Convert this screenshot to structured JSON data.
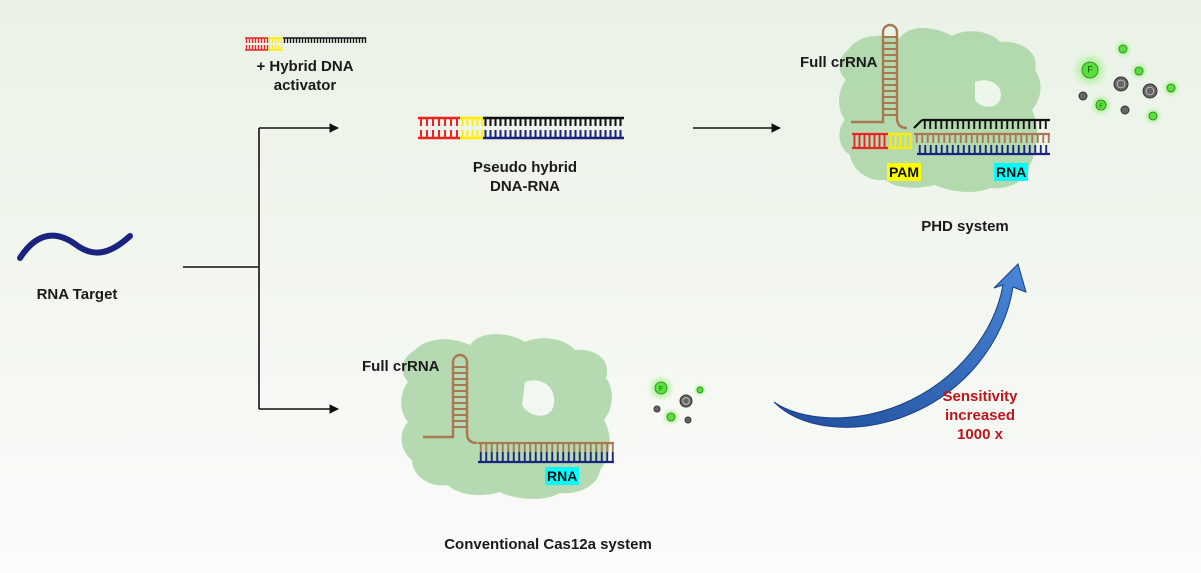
{
  "diagram": {
    "rna_target": {
      "label": "RNA Target",
      "icon": "rna-strand-icon"
    },
    "activator": {
      "label_line1": "+ Hybrid DNA",
      "label_line2": "activator"
    },
    "pseudo_hybrid": {
      "label_line1": "Pseudo hybrid",
      "label_line2": "DNA-RNA"
    },
    "phd_system": {
      "crRNA_label": "Full crRNA",
      "pam_tag": "PAM",
      "rna_tag": "RNA",
      "title": "PHD system"
    },
    "conventional_system": {
      "crRNA_label": "Full crRNA",
      "rna_tag": "RNA",
      "title": "Conventional Cas12a system"
    },
    "improvement": {
      "line1": "Sensitivity",
      "line2": "increased",
      "line3": "1000 x"
    },
    "reporter_legend": {
      "fluorophore_letter": "F",
      "quencher_letter": "Q"
    },
    "colors": {
      "dna_pam_red": "#ee2222",
      "pam_yellow": "#ffee00",
      "dna_black": "#111111",
      "rna_navy": "#1a237e",
      "crRNA_brown": "#a97850",
      "protein_green": "#a9d3a4",
      "arrow_blue": "#2e5fb0",
      "highlight_red": "#c0141c",
      "fluor_green": "#55e03a",
      "quencher_grey": "#666666"
    }
  }
}
